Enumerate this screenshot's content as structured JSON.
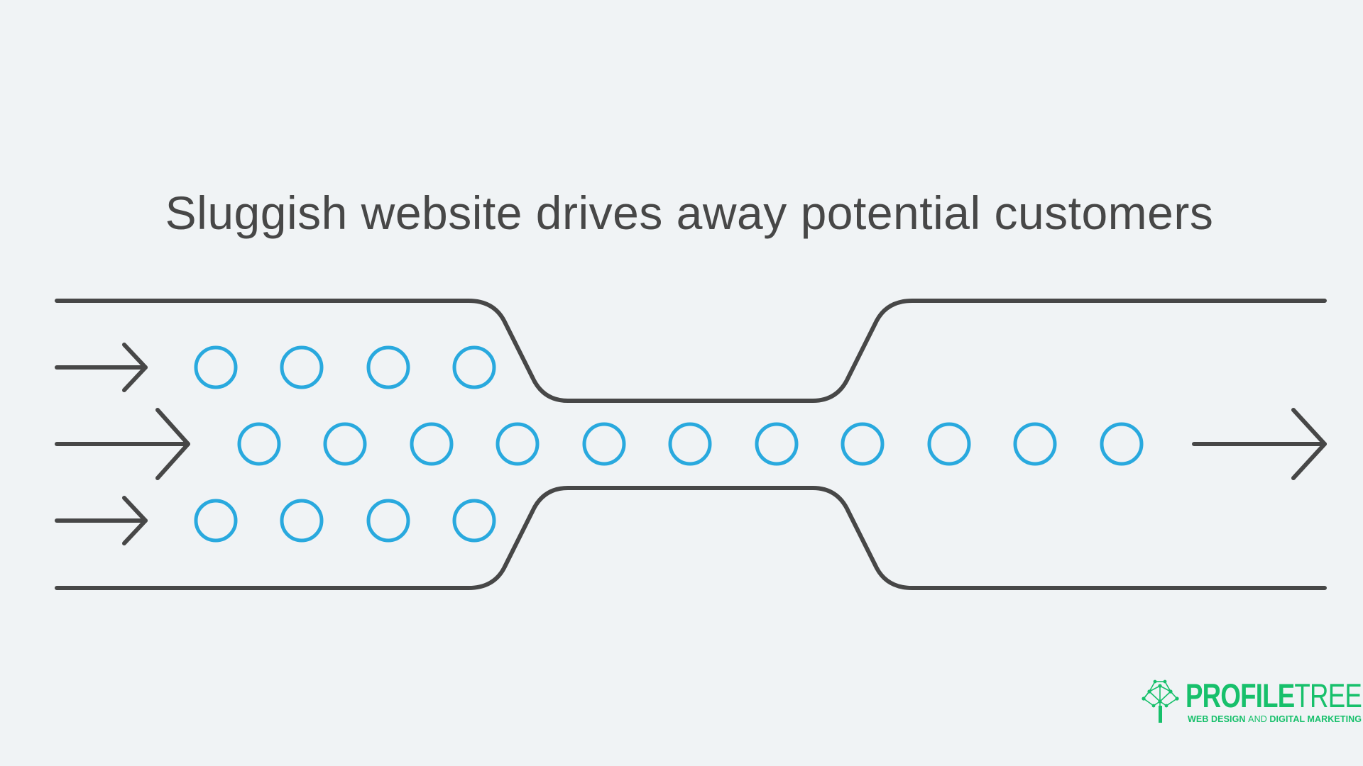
{
  "title": "Sluggish website drives away potential customers",
  "colors": {
    "background": "#f0f3f5",
    "line": "#474747",
    "dot": "#29a9de",
    "brand": "#17c06b"
  },
  "diagram": {
    "rows": [
      {
        "name": "top",
        "dots": 4
      },
      {
        "name": "middle",
        "dots": 11
      },
      {
        "name": "bottom",
        "dots": 4
      }
    ],
    "icons": [
      "arrow-right-icon",
      "arrow-right-icon",
      "arrow-right-icon",
      "arrow-right-icon"
    ]
  },
  "logo": {
    "word_bold": "PROFILE",
    "word_thin": "TREE",
    "tag_bold_1": "WEB DESIGN",
    "tag_thin": "AND",
    "tag_bold_2": "DIGITAL MARKETING",
    "icon": "tree-network-icon"
  }
}
